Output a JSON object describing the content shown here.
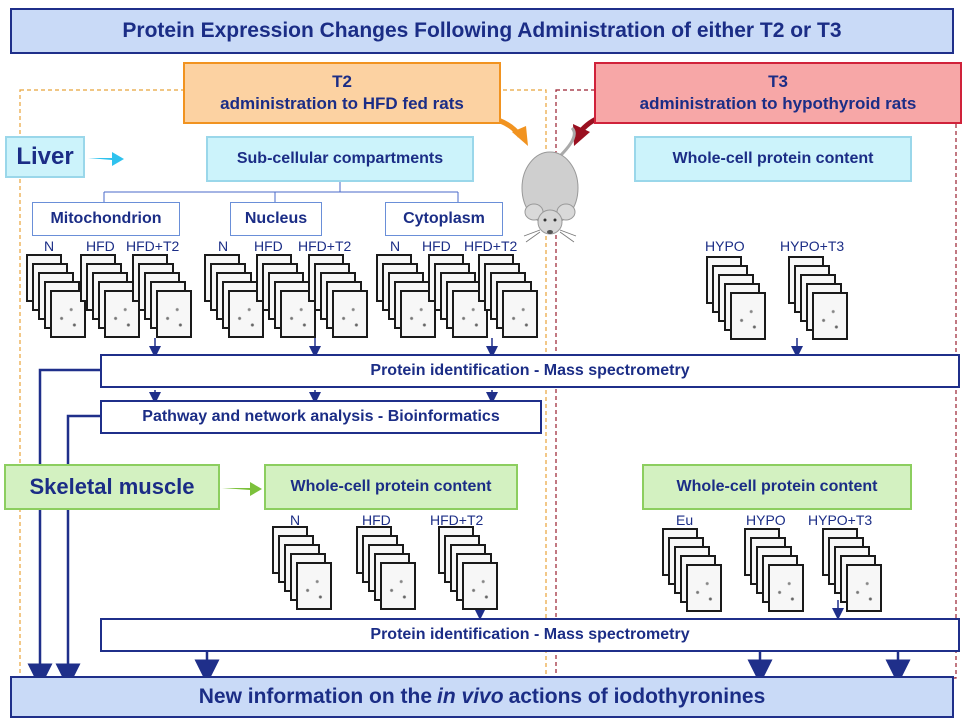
{
  "title": "Protein Expression Changes Following Administration of either T2 or T3",
  "t2": {
    "name": "T2",
    "description": "administration to HFD fed rats"
  },
  "t3": {
    "name": "T3",
    "description": "administration to hypothyroid rats"
  },
  "liver": {
    "label": "Liver",
    "subcellular": "Sub-cellular compartments",
    "wholecell": "Whole-cell protein content",
    "compartments": [
      {
        "name": "Mitochondrion",
        "groups": [
          "N",
          "HFD",
          "HFD+T2"
        ]
      },
      {
        "name": "Nucleus",
        "groups": [
          "N",
          "HFD",
          "HFD+T2"
        ]
      },
      {
        "name": "Cytoplasm",
        "groups": [
          "N",
          "HFD",
          "HFD+T2"
        ]
      }
    ],
    "t3_groups": [
      "HYPO",
      "HYPO+T3"
    ],
    "protein_id": "Protein identification -  Mass spectrometry",
    "pathway": "Pathway and network analysis - Bioinformatics"
  },
  "muscle": {
    "label": "Skeletal muscle",
    "t2_wholecell": "Whole-cell protein content",
    "t3_wholecell": "Whole-cell protein content",
    "t2_groups": [
      "N",
      "HFD",
      "HFD+T2"
    ],
    "t3_groups": [
      "Eu",
      "HYPO",
      "HYPO+T3"
    ],
    "protein_id": "Protein identification -  Mass spectrometry"
  },
  "bottom": {
    "pre": "New information on the",
    "italic": "in vivo",
    "post": "actions of iodothyronines"
  },
  "colors": {
    "navy": "#1f2f8a",
    "t2_orange": "#f19320",
    "t3_red": "#d0223a",
    "liver_cyan": "#9ad7ea",
    "muscle_green": "#8cce5f"
  }
}
